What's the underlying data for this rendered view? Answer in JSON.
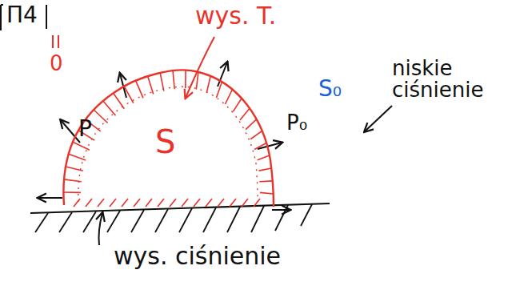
{
  "diagram": {
    "nodes": [
      {
        "text": [
          "P",
          "S"
        ]
      }
    ],
    "labels": [
      "Π4",
      "0",
      "wys. T.",
      "S₀",
      "P₀",
      "niskie ciśnienie",
      "wys. ciśnienie"
    ]
  }
}
